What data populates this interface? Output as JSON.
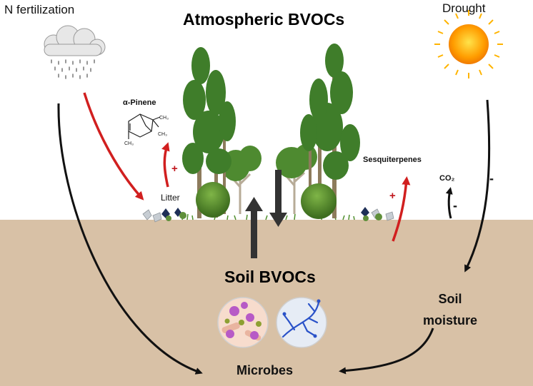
{
  "title": "Atmospheric BVOCs",
  "drivers": {
    "n_fertilization": "N fertilization",
    "drought": "Drought"
  },
  "compounds": {
    "pinene": "α-Pinene",
    "sesquiterpenes": "Sesquiterpenes",
    "co2": "CO₂",
    "ch3": "CH₃"
  },
  "labels": {
    "litter": "Litter",
    "soil_bvocs": "Soil BVOCs",
    "soil_moisture_line1": "Soil",
    "soil_moisture_line2": "moisture",
    "microbes": "Microbes"
  },
  "signs": {
    "plus_litter": "+",
    "plus_sesq": "+",
    "minus_drought": "-",
    "minus_co2": "-"
  },
  "colors": {
    "soil": "#d8c1a6",
    "red_arrow": "#d11f1f",
    "black_arrow": "#111111",
    "grey_arrow": "#333333",
    "tree_green": "#3f7d2a",
    "trunk": "#8d7b5c"
  }
}
